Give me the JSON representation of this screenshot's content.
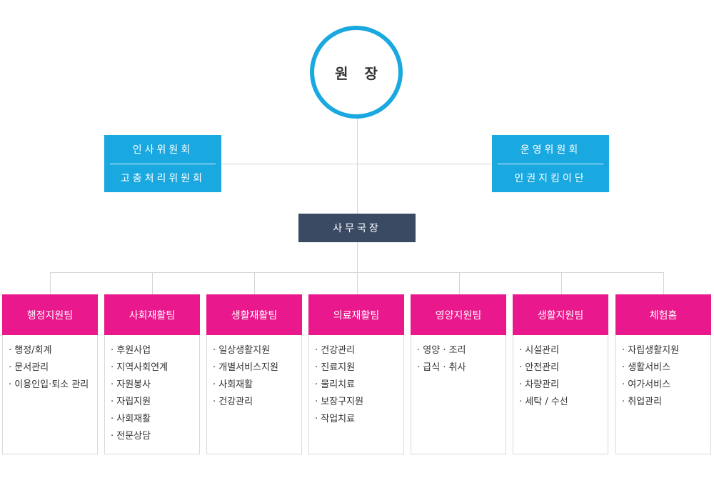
{
  "director": {
    "label": "원 장"
  },
  "committees_left": [
    "인사위원회",
    "고충처리위원회"
  ],
  "committees_right": [
    "운영위원회",
    "인권지킴이단"
  ],
  "secretary": {
    "label": "사무국장"
  },
  "teams": [
    {
      "name": "행정지원팀",
      "items": [
        "· 행정/회계",
        "· 문서관리",
        "· 이용인입·퇴소 관리"
      ]
    },
    {
      "name": "사회재활팀",
      "items": [
        "· 후원사업",
        "· 지역사회연계",
        "· 자원봉사",
        "· 자립지원",
        "· 사회재활",
        "· 전문상담"
      ]
    },
    {
      "name": "생활재활팀",
      "items": [
        "· 일상생활지원",
        "· 개별서비스지원",
        "· 사회재활",
        "· 건강관리"
      ]
    },
    {
      "name": "의료재활팀",
      "items": [
        "· 건강관리",
        "· 진료지원",
        "· 물리치료",
        "· 보장구지원",
        "· 작업치료"
      ]
    },
    {
      "name": "영양지원팀",
      "items": [
        "· 영양 · 조리",
        "· 급식 · 취사"
      ]
    },
    {
      "name": "생활지원팀",
      "items": [
        "· 시설관리",
        "· 안전관리",
        "· 차량관리",
        "· 세탁 / 수선"
      ]
    },
    {
      "name": "체험홈",
      "items": [
        "· 자립생활지원",
        "· 생활서비스",
        "· 여가서비스",
        "· 취업관리"
      ]
    }
  ]
}
